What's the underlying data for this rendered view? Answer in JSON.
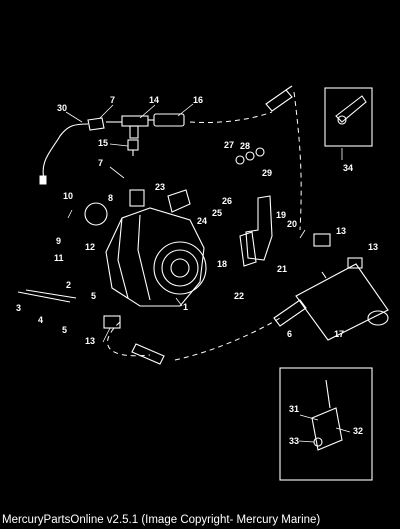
{
  "callouts": [
    "30",
    "7",
    "14",
    "16",
    "15",
    "7",
    "8",
    "10",
    "9",
    "12",
    "11",
    "23",
    "28",
    "27",
    "29",
    "24",
    "26",
    "25",
    "19",
    "20",
    "13",
    "13",
    "18",
    "21",
    "22",
    "2",
    "3",
    "4",
    "5",
    "5",
    "1",
    "13",
    "6",
    "17",
    "34",
    "31",
    "32",
    "33"
  ],
  "footer": "MercuryPartsOnline v2.5.1 (Image Copyright- Mercury Marine)"
}
